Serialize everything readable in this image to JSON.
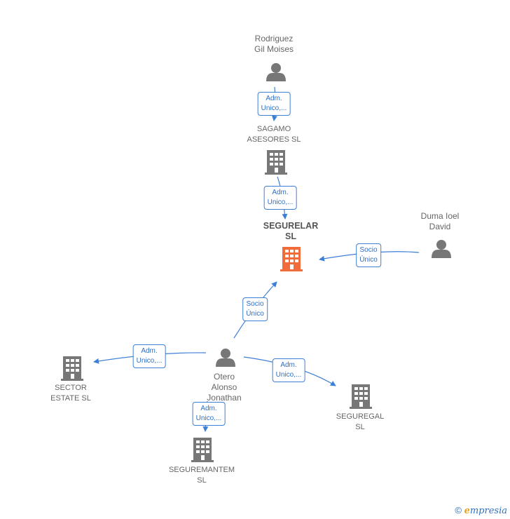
{
  "nodes": {
    "rodriguez": {
      "line1": "Rodriguez",
      "line2": "Gil Moises"
    },
    "sagamo": {
      "line1": "SAGAMO",
      "line2": "ASESORES  SL"
    },
    "segurelar": {
      "line1": "SEGURELAR",
      "line2": "SL"
    },
    "duma": {
      "line1": "Duma Ioel",
      "line2": "David"
    },
    "otero": {
      "line1": "Otero",
      "line2": "Alonso",
      "line3": "Jonathan"
    },
    "sector": {
      "line1": "SECTOR",
      "line2": "ESTATE  SL"
    },
    "seguremantem": {
      "line1": "SEGUREMANTEM",
      "line2": "SL"
    },
    "seguregal": {
      "line1": "SEGUREGAL",
      "line2": "SL"
    }
  },
  "edges": {
    "rodriguez_sagamo": {
      "line1": "Adm.",
      "line2": "Unico,..."
    },
    "sagamo_segurelar": {
      "line1": "Adm.",
      "line2": "Unico,..."
    },
    "duma_segurelar": {
      "line1": "Socio",
      "line2": "Único"
    },
    "otero_segurelar": {
      "line1": "Socio",
      "line2": "Único"
    },
    "otero_sector": {
      "line1": "Adm.",
      "line2": "Unico,..."
    },
    "otero_seguregal": {
      "line1": "Adm.",
      "line2": "Unico,..."
    },
    "otero_seguremantem": {
      "line1": "Adm.",
      "line2": "Unico,..."
    }
  },
  "colors": {
    "edge": "#3d7fd6",
    "icon": "#777777",
    "focus_company": "#f26b3a"
  },
  "icons": {
    "person": "person-icon",
    "company": "building-icon"
  },
  "footer": {
    "copyright": "©",
    "brand_first": "e",
    "brand_rest": "mpresia"
  }
}
